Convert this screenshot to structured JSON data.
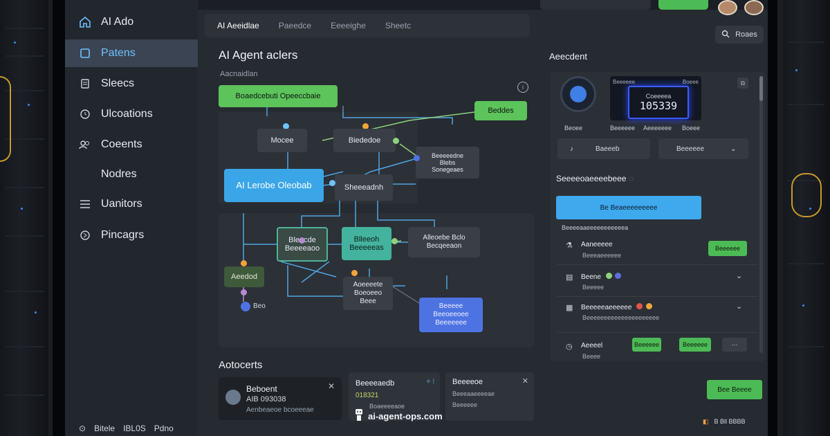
{
  "sidebar": {
    "brand": "AI Ado",
    "items": [
      {
        "label": "Patens",
        "icon": "home-icon"
      },
      {
        "label": "Sleecs",
        "icon": "document-icon"
      },
      {
        "label": "Ulcoations",
        "icon": "clock-icon"
      },
      {
        "label": "Coeents",
        "icon": "users-icon"
      },
      {
        "label": "Nodres",
        "icon": ""
      },
      {
        "label": "Uanitors",
        "icon": "list-icon"
      },
      {
        "label": "Pincagrs",
        "icon": "globe-icon"
      }
    ],
    "footer": {
      "a": "Bitele",
      "b": "IBL0S",
      "c": "Pdno"
    }
  },
  "tabs": [
    {
      "label": "AI Aeeidlae"
    },
    {
      "label": "Paeedce"
    },
    {
      "label": "Eeeeighe"
    },
    {
      "label": "Sheetc"
    }
  ],
  "search_button": {
    "label": "Roaes"
  },
  "canvas": {
    "title": "AI Agent aclers",
    "subtitle": "Aacnaidlan",
    "nodes": {
      "top_green": "Boaedcebuti Opeeccbaie",
      "green_right": "Beddes",
      "n_left": "Mocee",
      "n_mid": "Biededoe",
      "n_right": "Beeeeedne\nBlebs\nSonegeaes",
      "blue": "AI Lerobe Oleobab",
      "n_center": "Sheeeadnh",
      "b_tealo": "Bleacde\nBeeeeaoo",
      "b_teal": "Blleeoh\nBeeeeeas",
      "b_right": "Alleoebe Bclo\nBecqeeaon",
      "b_olive": "Aeedod",
      "b_mid": "Aoeeeete\nBoeoeeo\nBeee",
      "b_indigo": "Beeeee\nBeeoeeoee\nBeeeeeee",
      "b_dot_label": "Beo"
    }
  },
  "bottom": {
    "title": "Aotocerts",
    "card1": {
      "title": "Beboent",
      "line2": "AIB 093038",
      "line3": "Aenbeaeoe bcoeeeae"
    },
    "card2": {
      "title": "Beeeeaedb",
      "line2": "018321",
      "line3": "Boaeeeeaoe"
    },
    "card3": {
      "title": "Beeeeoe",
      "line2": "Beeeaaeeeeae",
      "line3": "Beeeeee"
    }
  },
  "watermark": "ai-agent-ops.com",
  "right": {
    "title": "Aeecdent",
    "stat": {
      "label": "Coeeeea",
      "value": "105339"
    },
    "avatar_label": "Beoee",
    "stat_labels": [
      "Beeeeee",
      "Aeeeeeee",
      "Boeee"
    ],
    "select1": "Baeeeb",
    "select2": "Beeeeee",
    "schedule_title": "Seeeeoaeeeebeee",
    "schedule_button": "Be Beaeeeeeeeee",
    "schedule_sub": "Beeeeaaeeeeeeeeeeea",
    "rows": [
      {
        "name": "Aaneeeee",
        "desc": "Beeeaeeeeee",
        "btn": "Beeeeee"
      },
      {
        "name": "Beene",
        "desc": "Beeeee",
        "btn": ""
      },
      {
        "name": "Beeeeeaeeeeee",
        "desc": "Beeeeeeeeeeeeeeeeeeeee",
        "btn": ""
      },
      {
        "name": "Aeeeel",
        "desc": "Beeee",
        "btn": "Beeeeee"
      }
    ],
    "save_button": "Bee Beeee",
    "status": "B Bll BBBB"
  }
}
